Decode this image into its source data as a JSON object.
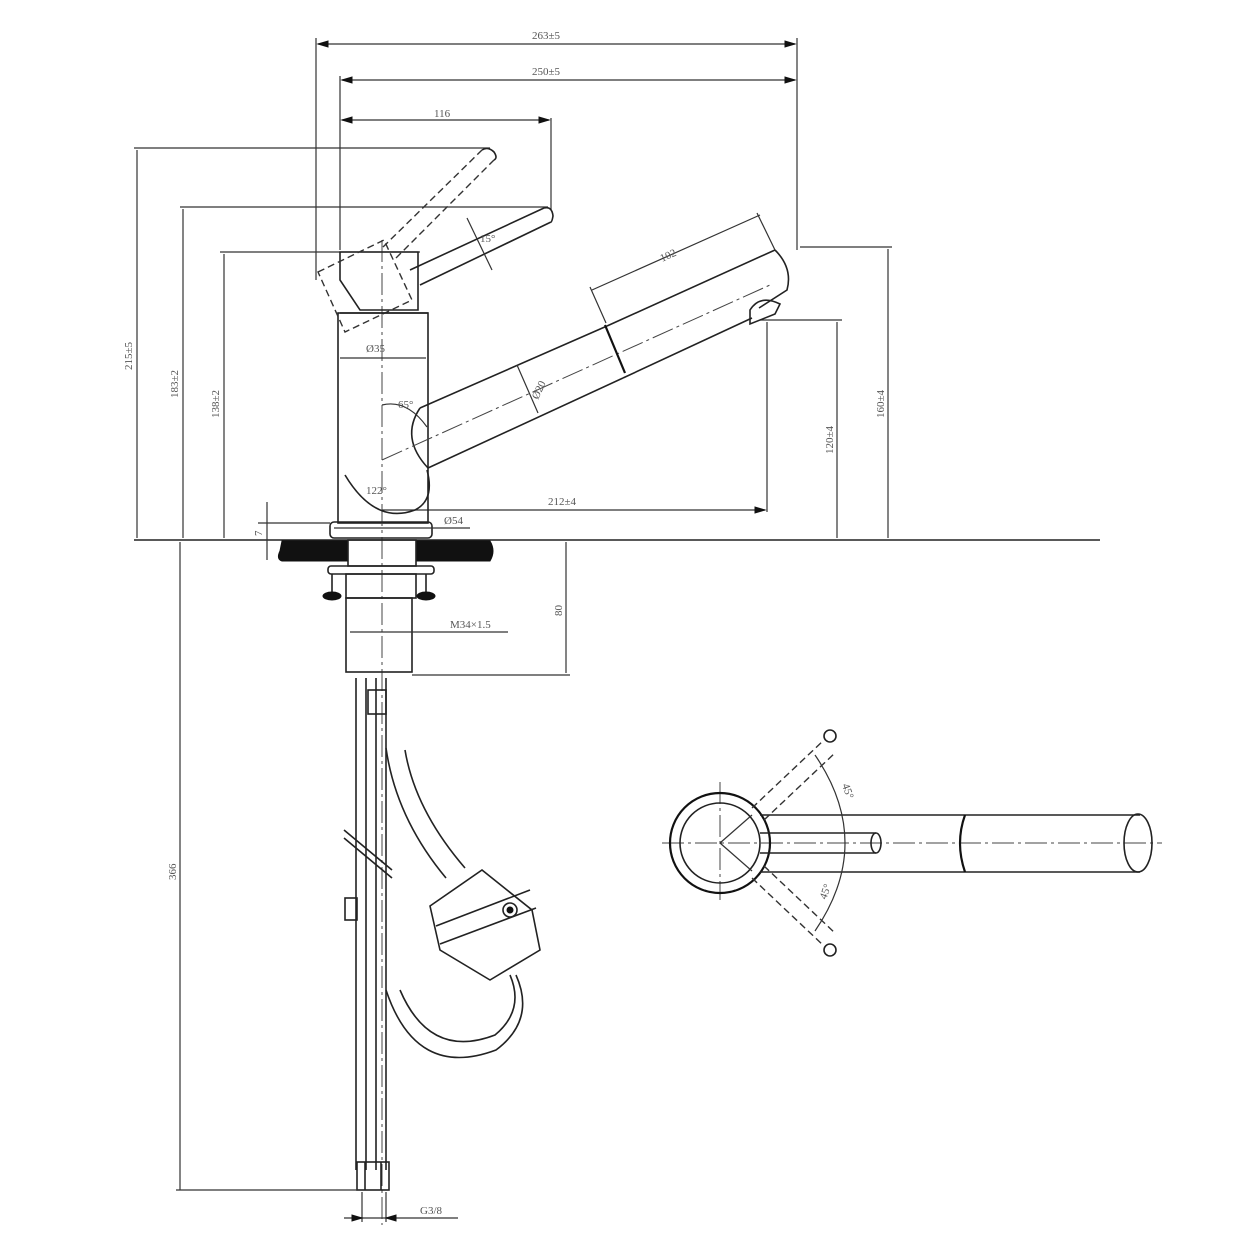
{
  "drawing": {
    "subject": "Pull-out kitchen faucet technical drawing",
    "views": [
      "side-elevation",
      "top-plan"
    ]
  },
  "dimensions": {
    "overall_reach": "263±5",
    "spout_reach": "250±5",
    "handle_reach": "116",
    "overall_height": "215±5",
    "handle_height": "183±2",
    "body_height": "138±2",
    "spray_head_length": "102",
    "spout_height_top": "160±4",
    "outlet_height": "120±4",
    "outlet_reach": "212±4",
    "body_diameter": "Ø35",
    "spout_diameter": "Ø20",
    "swivel_angle": "65°",
    "bend_angle": "122°",
    "base_diameter": "Ø54",
    "base_thickness": "7",
    "shank_thread": "M34×1.5",
    "shank_length": "80",
    "hose_length": "366",
    "connection_thread": "G3/8",
    "handle_tilt": "15°"
  },
  "plan_view": {
    "angle_upper": "45°",
    "angle_lower": "45°"
  }
}
